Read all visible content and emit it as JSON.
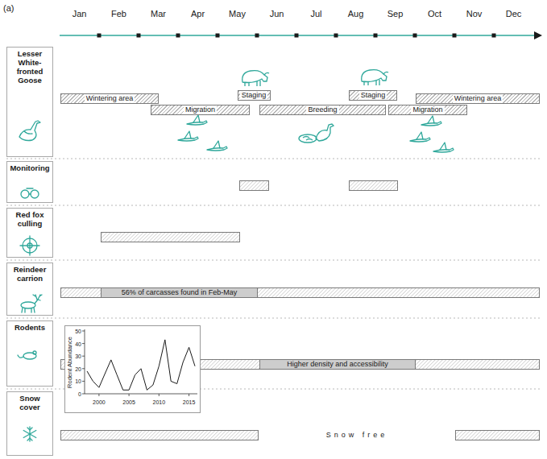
{
  "diagram": {
    "nodes": [
      {
        "text": [
          "Lesser White-fronted Goose"
        ]
      },
      {
        "text": [
          "Wintering area"
        ]
      },
      {
        "text": [
          "Migration"
        ]
      },
      {
        "text": [
          "Staging"
        ]
      },
      {
        "text": [
          "Breeding"
        ]
      },
      {
        "text": [
          "Staging"
        ]
      },
      {
        "text": [
          "Migration"
        ]
      },
      {
        "text": [
          "Wintering area"
        ]
      },
      {
        "text": [
          "Monitoring"
        ]
      },
      {
        "text": [
          "Red fox culling"
        ]
      },
      {
        "text": [
          "Reindeer carrion"
        ]
      },
      {
        "text": [
          "56% of carcasses found in Feb-May"
        ]
      },
      {
        "text": [
          "Rodents"
        ]
      },
      {
        "text": [
          "Higher density and accessibility"
        ]
      },
      {
        "text": [
          "Snow cover"
        ]
      }
    ],
    "labels": [
      "(a)",
      "Jan",
      "Feb",
      "Mar",
      "Apr",
      "May",
      "Jun",
      "Jul",
      "Aug",
      "Sep",
      "Oct",
      "Nov",
      "Dec",
      "0",
      "10",
      "20",
      "30",
      "40",
      "50",
      "2000",
      "2005",
      "2010",
      "2015",
      "Rodent Abundance",
      "Snow free"
    ]
  }
}
